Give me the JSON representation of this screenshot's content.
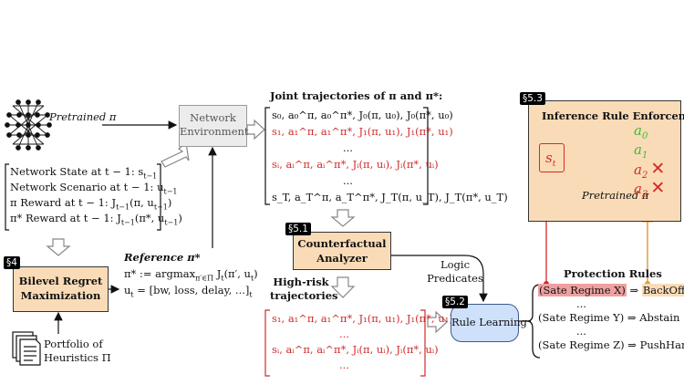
{
  "pretrained_label": "Pretrained π",
  "network_env": {
    "line1": "Network",
    "line2": "Environment"
  },
  "state_box": {
    "line1": "Network State at t − 1: s",
    "line1_sub": "t−1",
    "line2": "Network Scenario at t − 1: u",
    "line2_sub": "t−1",
    "line3": "π Reward at t − 1: J",
    "line3_sub": "t−1",
    "line3_tail": "(π, u",
    "line3_tail_sub": "t−1",
    "line3_end": ")",
    "line4": "π* Reward at t − 1: J",
    "line4_sub": "t−1",
    "line4_tail": "(π*, u",
    "line4_tail_sub": "t−1",
    "line4_end": ")"
  },
  "bilevel": {
    "tag": "§4",
    "line1": "Bilevel Regret",
    "line2": "Maximization"
  },
  "reference": {
    "title": "Reference π*",
    "def1": "π* := argmax",
    "def1_sub": "π′∈Π",
    "def1_tail": " J",
    "def1_tail_sub": "t",
    "def1_end": "(π′, u",
    "def1_end_sub": "t",
    "def1_close": ")",
    "def2": "u",
    "def2_sub": "t",
    "def2_tail": " = [bw, loss, delay, ...]",
    "def2_end_sub": "t"
  },
  "portfolio": {
    "line1": "Portfolio of",
    "line2": "Heuristics Π"
  },
  "joint": {
    "title": "Joint trajectories of π and π*:",
    "rows": [
      {
        "text": "s₀, a₀^π, a₀^π*, J₀(π, u₀), J₀(π*, u₀)",
        "color": "black"
      },
      {
        "text": "s₁, a₁^π, a₁^π*, J₁(π, u₁), J₁(π*, u₁)",
        "color": "red"
      },
      {
        "text": "...",
        "color": "black"
      },
      {
        "text": "sᵢ, aᵢ^π, aᵢ^π*, Jᵢ(π, uᵢ), Jᵢ(π*, uᵢ)",
        "color": "red"
      },
      {
        "text": "...",
        "color": "black"
      },
      {
        "text": "s_T, a_T^π, a_T^π*, J_T(π, u_T), J_T(π*, u_T)",
        "color": "black"
      }
    ]
  },
  "counterfactual": {
    "tag": "§5.1",
    "line1": "Counterfactual",
    "line2": "Analyzer"
  },
  "high_risk": {
    "title1": "High-risk",
    "title2": "trajectories",
    "rows": [
      {
        "text": "s₁, a₁^π, a₁^π*, J₁(π, u₁), J₁(π*, u₁)",
        "color": "red"
      },
      {
        "text": "...",
        "color": "red"
      },
      {
        "text": "sᵢ, aᵢ^π, aᵢ^π*, Jᵢ(π, uᵢ), Jᵢ(π*, uᵢ)",
        "color": "red"
      },
      {
        "text": "...",
        "color": "red"
      }
    ]
  },
  "logic_predicates": {
    "line1": "Logic",
    "line2": "Predicates"
  },
  "rule_learning": {
    "tag": "§5.2",
    "label": "Rule Learning"
  },
  "inference": {
    "tag": "§5.3",
    "title": "Inference Rule Enforcement",
    "state": "s",
    "state_sub": "t",
    "pretrained": "Pretrained π",
    "actions": [
      {
        "base": "a",
        "sub": "0",
        "color": "green",
        "crossed": false
      },
      {
        "base": "a",
        "sub": "1",
        "color": "green",
        "crossed": false
      },
      {
        "base": "a",
        "sub": "2",
        "color": "red",
        "crossed": true
      },
      {
        "base": "a",
        "sub": "3",
        "color": "red",
        "crossed": true
      }
    ]
  },
  "protection": {
    "title": "Protection Rules",
    "rules": [
      {
        "cond": "(Sate Regime X)",
        "arrow": " ⇒ ",
        "action": "BackOff",
        "highlight": true
      },
      {
        "cond": "...",
        "arrow": "",
        "action": "",
        "highlight": false
      },
      {
        "cond": "(Sate Regime Y)",
        "arrow": " ⇒ ",
        "action": "Abstain",
        "highlight": false
      },
      {
        "cond": "...",
        "arrow": "",
        "action": "",
        "highlight": false
      },
      {
        "cond": "(Sate Regime Z)",
        "arrow": " ⇒ ",
        "action": "PushHarder",
        "highlight": false
      }
    ]
  },
  "colors": {
    "orange_fill": "#f9dcb7",
    "blue_fill": "#cfe0fa",
    "red": "#d22a2a",
    "green": "#3bbb36",
    "arrow_orange": "#e39a3c"
  }
}
